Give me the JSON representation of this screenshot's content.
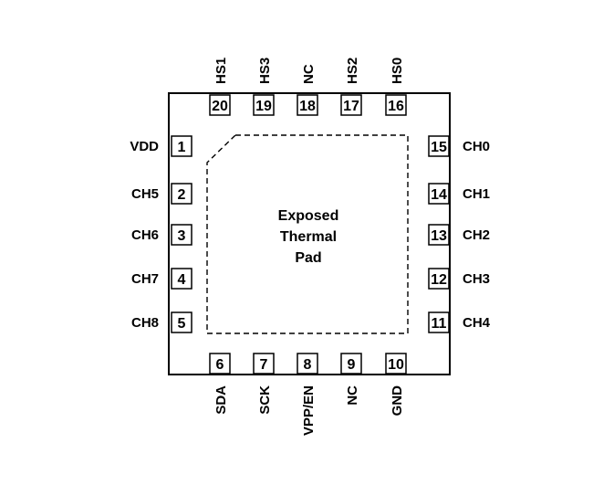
{
  "package": {
    "exposed_pad_label": [
      "Exposed",
      "Thermal",
      "Pad"
    ]
  },
  "pins": {
    "left": [
      {
        "number": "1",
        "name": "VDD"
      },
      {
        "number": "2",
        "name": "CH5"
      },
      {
        "number": "3",
        "name": "CH6"
      },
      {
        "number": "4",
        "name": "CH7"
      },
      {
        "number": "5",
        "name": "CH8"
      }
    ],
    "bottom": [
      {
        "number": "6",
        "name": "SDA"
      },
      {
        "number": "7",
        "name": "SCK"
      },
      {
        "number": "8",
        "name": "VPP/EN"
      },
      {
        "number": "9",
        "name": "NC"
      },
      {
        "number": "10",
        "name": "GND"
      }
    ],
    "right": [
      {
        "number": "11",
        "name": "CH4"
      },
      {
        "number": "12",
        "name": "CH3"
      },
      {
        "number": "13",
        "name": "CH2"
      },
      {
        "number": "14",
        "name": "CH1"
      },
      {
        "number": "15",
        "name": "CH0"
      }
    ],
    "top": [
      {
        "number": "16",
        "name": "HS0"
      },
      {
        "number": "17",
        "name": "HS2"
      },
      {
        "number": "18",
        "name": "NC"
      },
      {
        "number": "19",
        "name": "HS3"
      },
      {
        "number": "20",
        "name": "HS1"
      }
    ]
  }
}
